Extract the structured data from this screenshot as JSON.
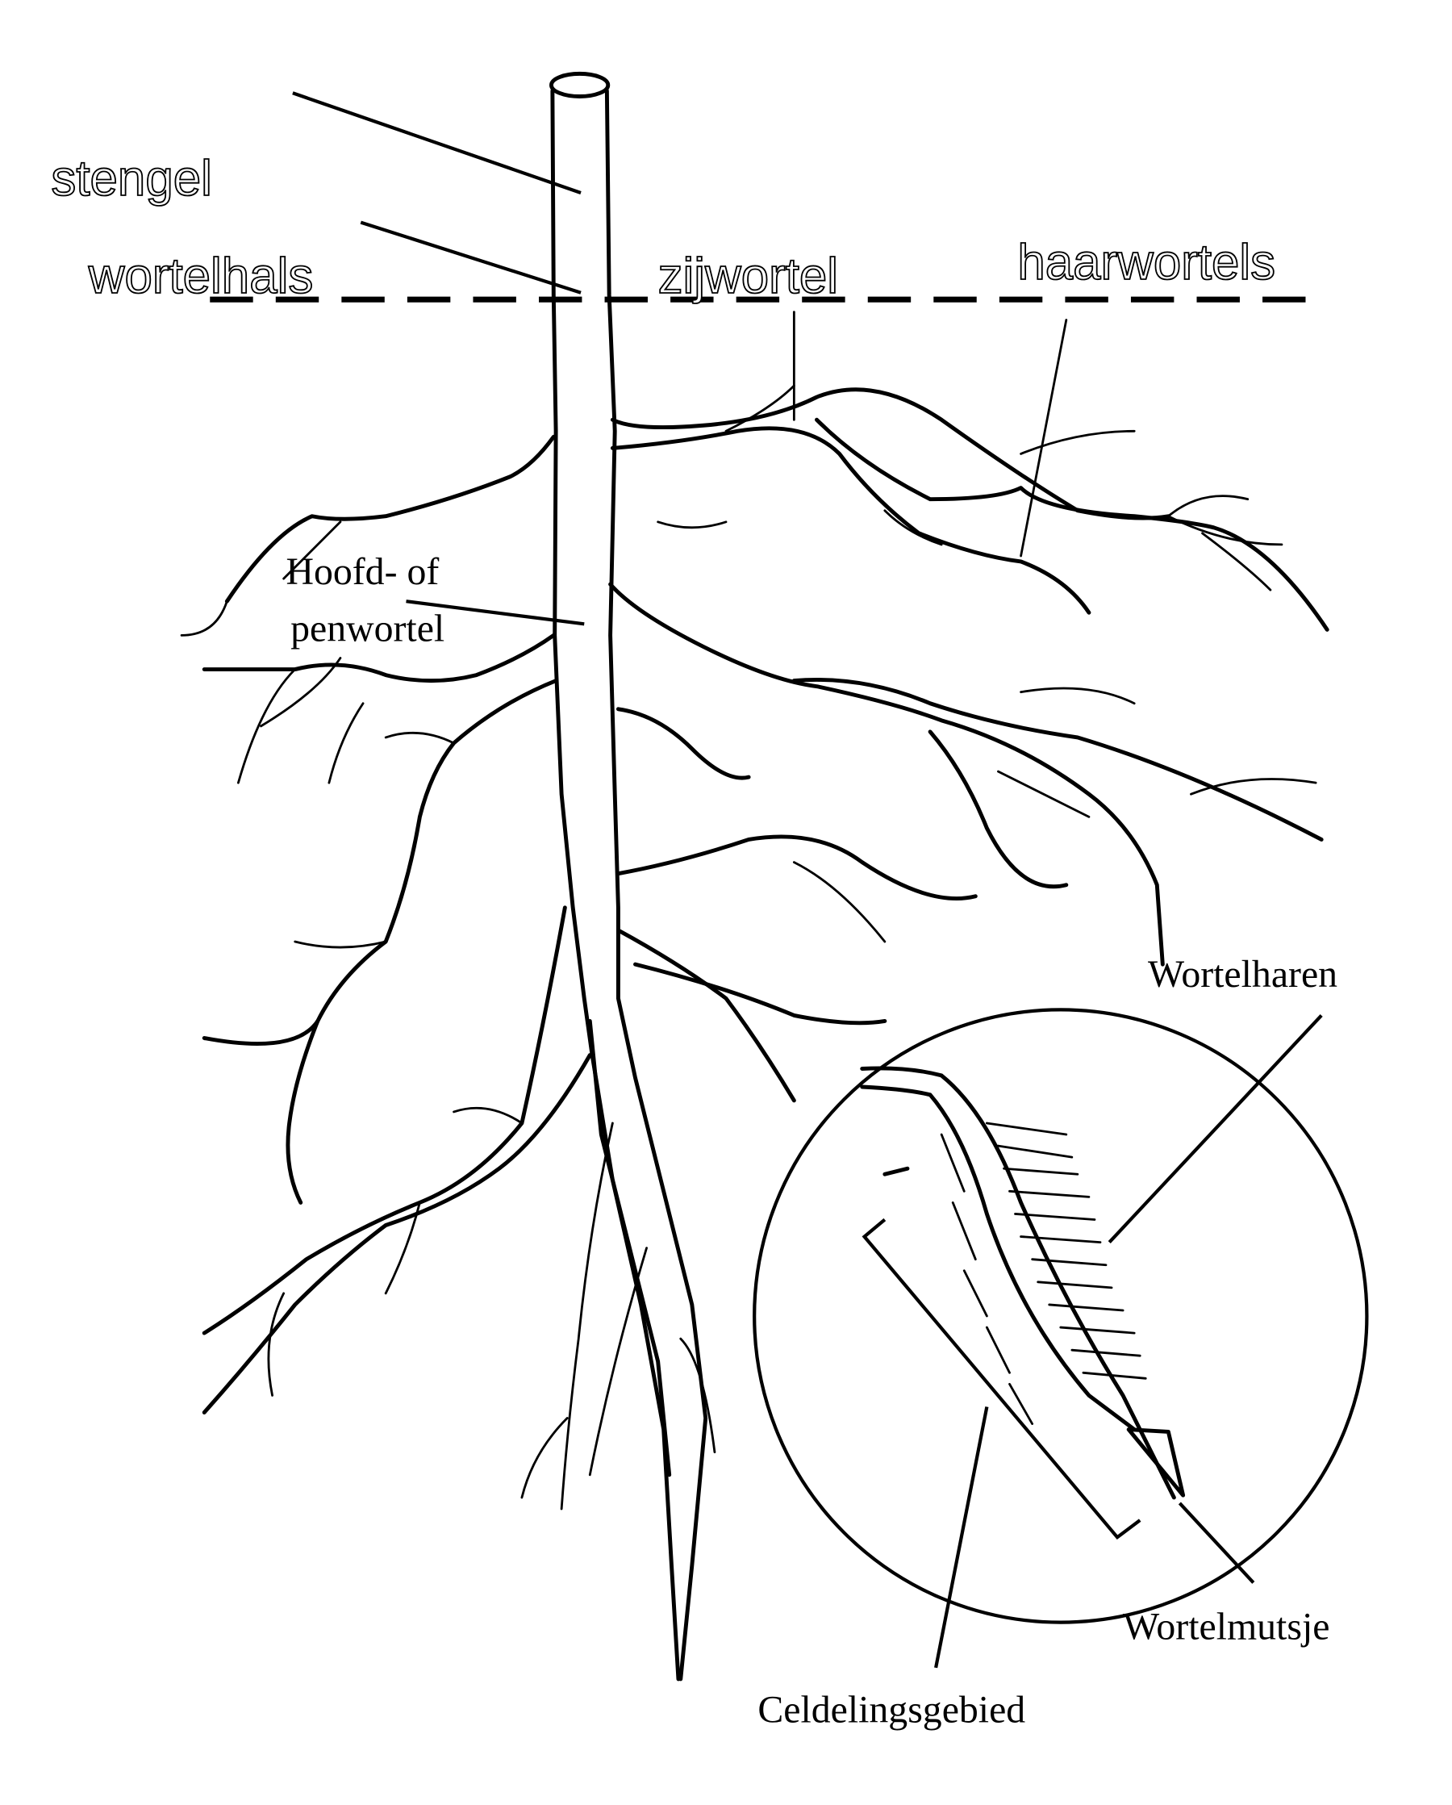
{
  "title": "Wortel van een plant",
  "labels": {
    "stengel": "stengel",
    "wortelhals": "wortelhals",
    "zijwortel": "zijwortel",
    "haarwortels": "haarwortels",
    "hoofdwortel_line1": "Hoofd- of",
    "hoofdwortel_line2": "penwortel",
    "wortelharen": "Wortelharen",
    "wortelmutsje": "Wortelmutsje",
    "celdelingsgebied": "Celdelingsgebied"
  }
}
